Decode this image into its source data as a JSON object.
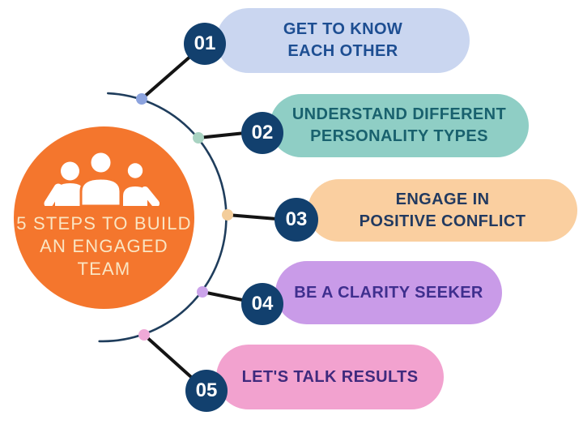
{
  "background_color": "#ffffff",
  "center": {
    "icon": "team-people-icon",
    "title_lines": [
      "5 STEPS TO BUILD",
      "AN ENGAGED",
      "TEAM"
    ],
    "bg_color": "#F4762D",
    "text_color": "#FAE5C3",
    "icon_color": "#FFFFFF"
  },
  "connector": {
    "arc_color": "#1F3D5C",
    "line_color": "#141414"
  },
  "badge": {
    "bg_color": "#12406E",
    "text_color": "#FFFFFF"
  },
  "steps": [
    {
      "number": "01",
      "lines": [
        "GET TO KNOW",
        "EACH OTHER"
      ],
      "pill_color": "#CAD6F0",
      "text_color": "#1D4E92",
      "dot_color": "#8CA3DE"
    },
    {
      "number": "02",
      "lines": [
        "UNDERSTAND DIFFERENT",
        "PERSONALITY TYPES"
      ],
      "pill_color": "#8FCEC5",
      "text_color": "#19616E",
      "dot_color": "#A9D3C2"
    },
    {
      "number": "03",
      "lines": [
        "ENGAGE IN",
        "POSITIVE CONFLICT"
      ],
      "pill_color": "#FACFA0",
      "text_color": "#223A60",
      "dot_color": "#F3CD9B"
    },
    {
      "number": "04",
      "lines": [
        "BE A CLARITY SEEKER"
      ],
      "pill_color": "#C99BE8",
      "text_color": "#3F2F8E",
      "dot_color": "#CBA3EA"
    },
    {
      "number": "05",
      "lines": [
        "LET'S TALK RESULTS"
      ],
      "pill_color": "#F2A2CF",
      "text_color": "#3F2A7D",
      "dot_color": "#EFA9D7"
    }
  ]
}
